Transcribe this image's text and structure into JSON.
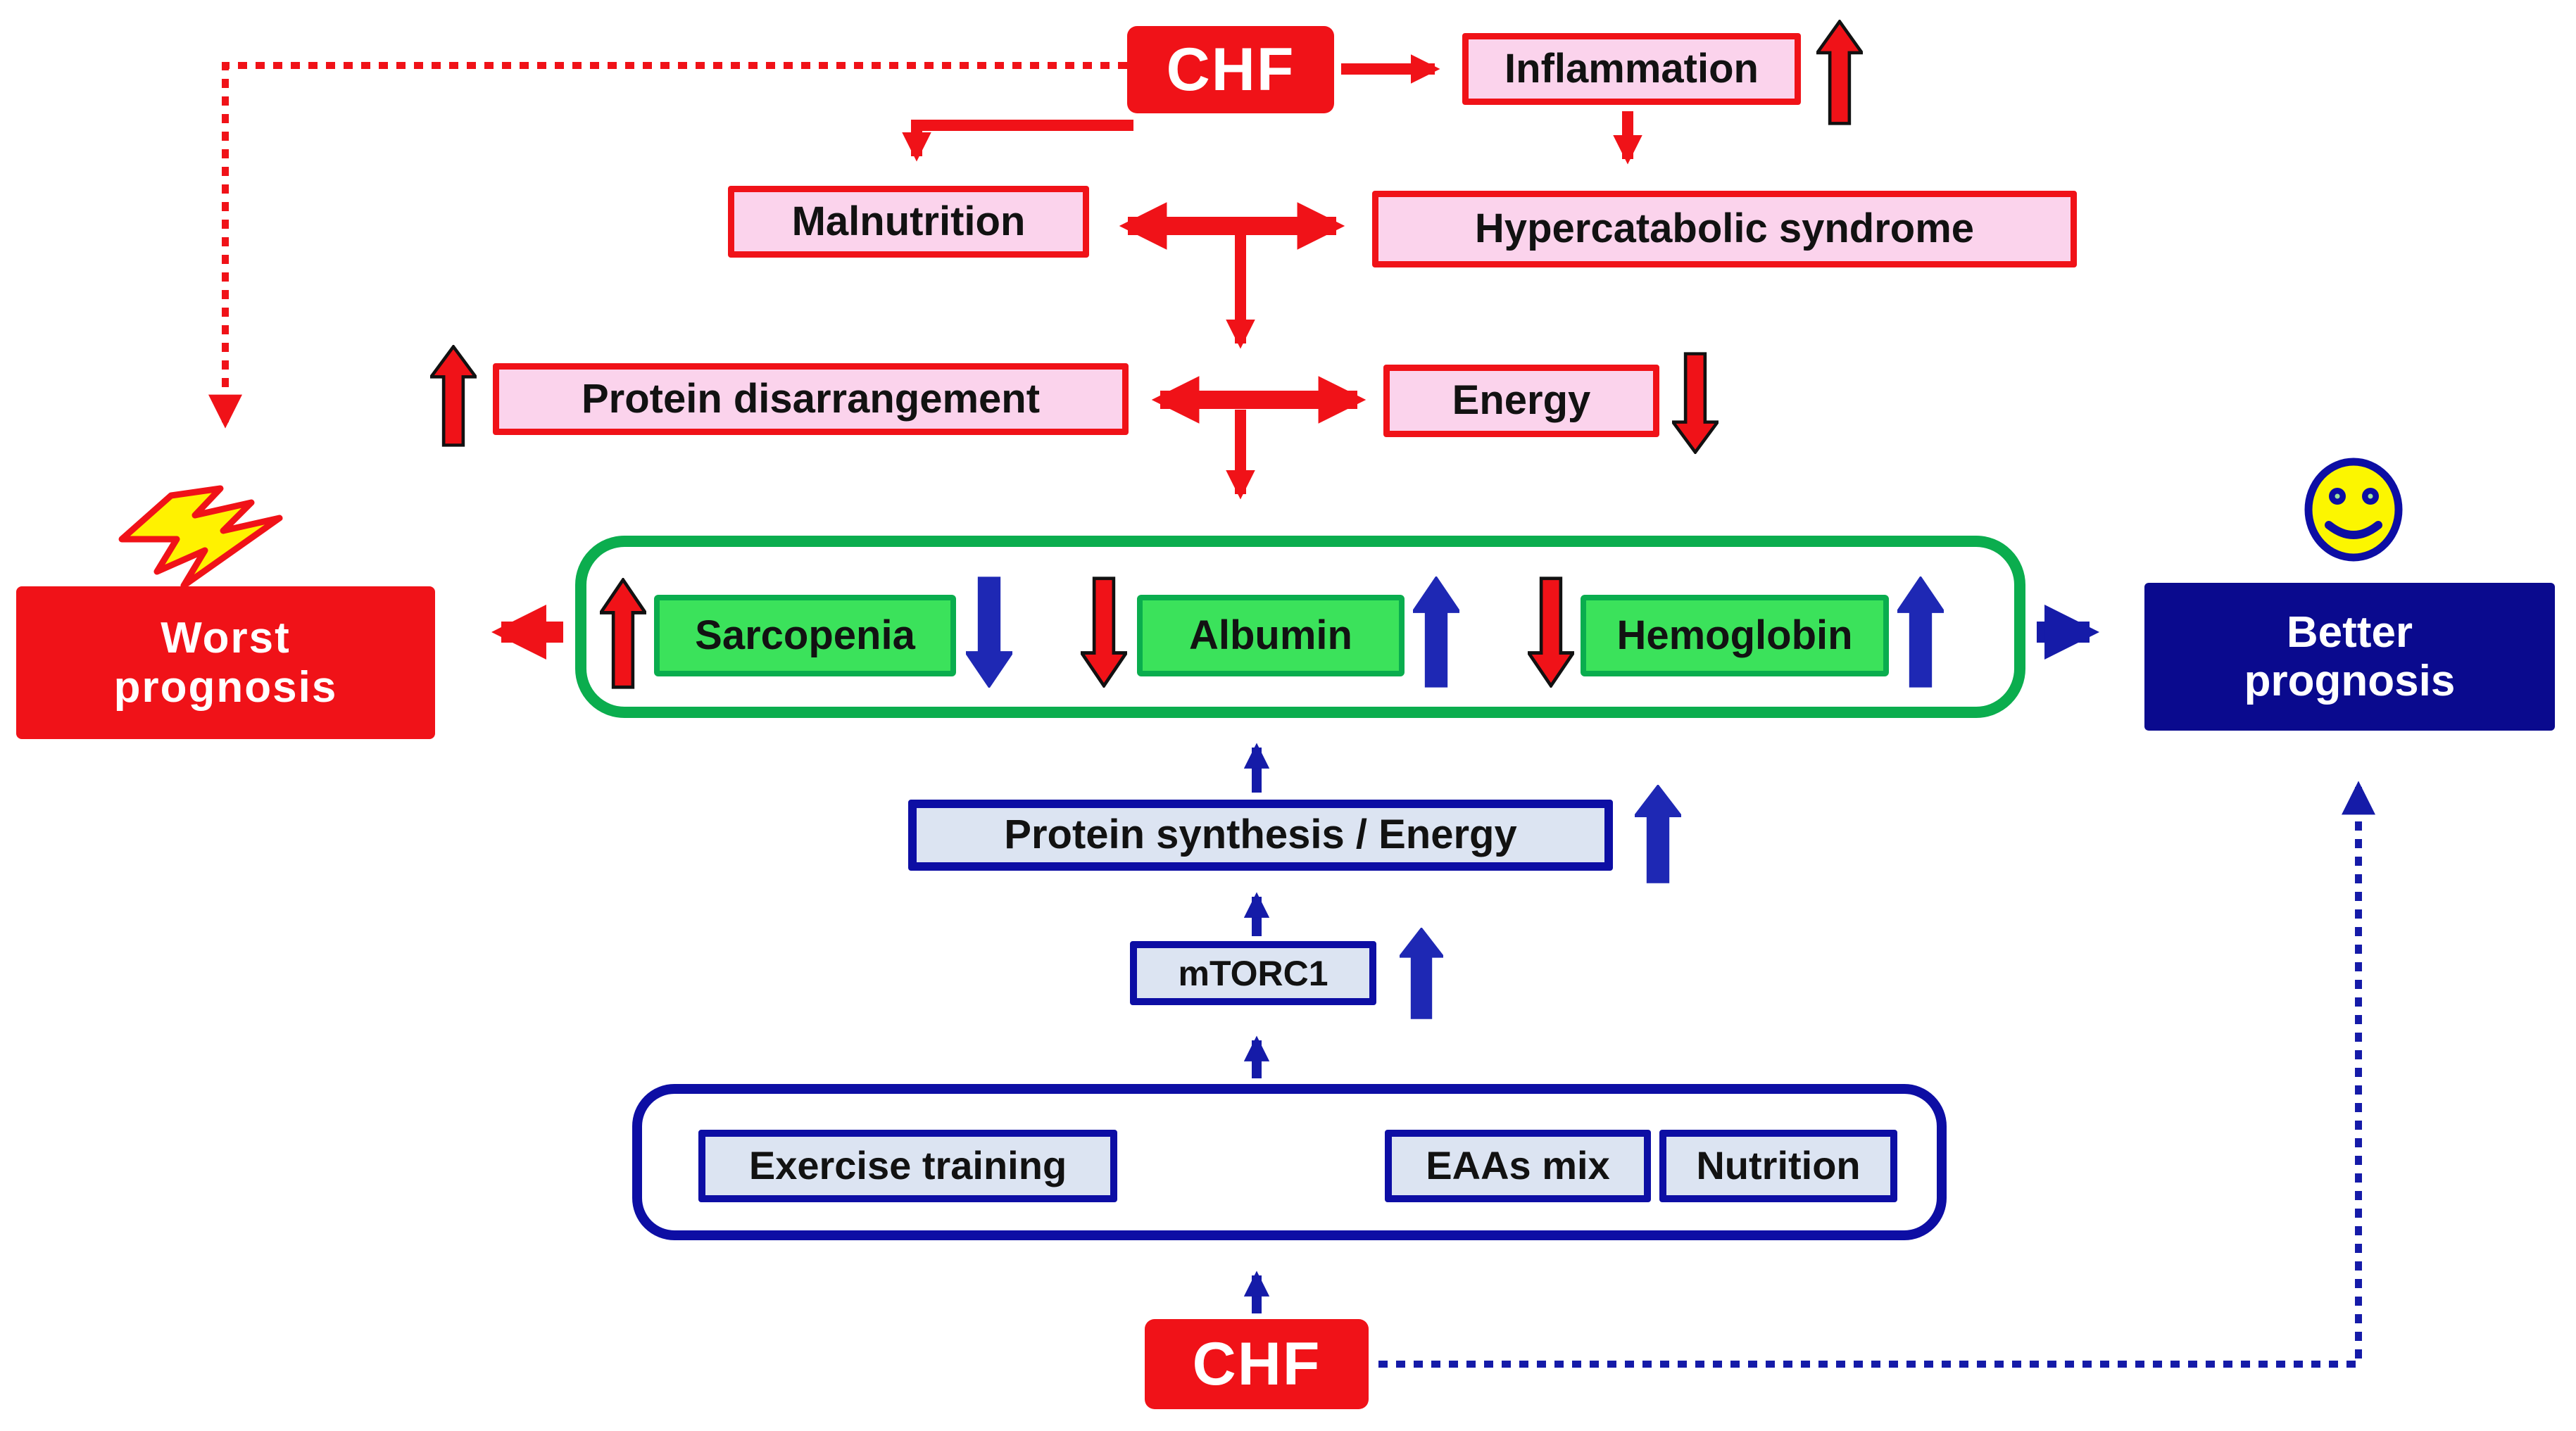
{
  "colors": {
    "red": "#f01218",
    "pink": "#fbd3ec",
    "green_border": "#0bad4e",
    "green_fill": "#3be25b",
    "navy": "#0d0ea4",
    "blue_arrow": "#1e28b4",
    "light_blue": "#dce4f2",
    "yellow": "#fff200",
    "smiley_yellow": "#fcf600",
    "white": "#ffffff",
    "black": "#121212"
  },
  "nodes": {
    "chf_top": {
      "label": "CHF"
    },
    "inflammation": {
      "label": "Inflammation"
    },
    "malnutrition": {
      "label": "Malnutrition"
    },
    "hypercatabolic": {
      "label": "Hypercatabolic syndrome"
    },
    "protein_disarrangement": {
      "label": "Protein disarrangement"
    },
    "energy": {
      "label": "Energy"
    },
    "sarcopenia": {
      "label": "Sarcopenia"
    },
    "albumin": {
      "label": "Albumin"
    },
    "hemoglobin": {
      "label": "Hemoglobin"
    },
    "worst_prognosis": {
      "line1": "Worst",
      "line2": "prognosis"
    },
    "better_prognosis": {
      "line1": "Better",
      "line2": "prognosis"
    },
    "protein_synthesis": {
      "label": "Protein synthesis / Energy"
    },
    "mtorc1": {
      "label": "mTORC1"
    },
    "exercise_training": {
      "label": "Exercise training"
    },
    "eaas_mix": {
      "label": "EAAs mix"
    },
    "nutrition": {
      "label": "Nutrition"
    },
    "chf_bottom": {
      "label": "CHF"
    }
  },
  "arrows": {
    "inflammation_trend": {
      "direction": "up",
      "color": "red"
    },
    "protein_disarrangement_trend": {
      "direction": "up",
      "color": "red"
    },
    "energy_trend": {
      "direction": "down",
      "color": "red"
    },
    "sarcopenia_chf_trend": {
      "direction": "up",
      "color": "red"
    },
    "sarcopenia_treatment_trend": {
      "direction": "down",
      "color": "blue"
    },
    "albumin_chf_trend": {
      "direction": "down",
      "color": "red"
    },
    "albumin_treatment_trend": {
      "direction": "up",
      "color": "blue"
    },
    "hemoglobin_chf_trend": {
      "direction": "down",
      "color": "red"
    },
    "hemoglobin_treatment_trend": {
      "direction": "up",
      "color": "blue"
    },
    "protein_synthesis_trend": {
      "direction": "up",
      "color": "blue"
    },
    "mtorc1_trend": {
      "direction": "up",
      "color": "blue"
    }
  },
  "icons": {
    "lightning": "lightning-bolt-icon",
    "smiley": "smiley-face-icon"
  }
}
